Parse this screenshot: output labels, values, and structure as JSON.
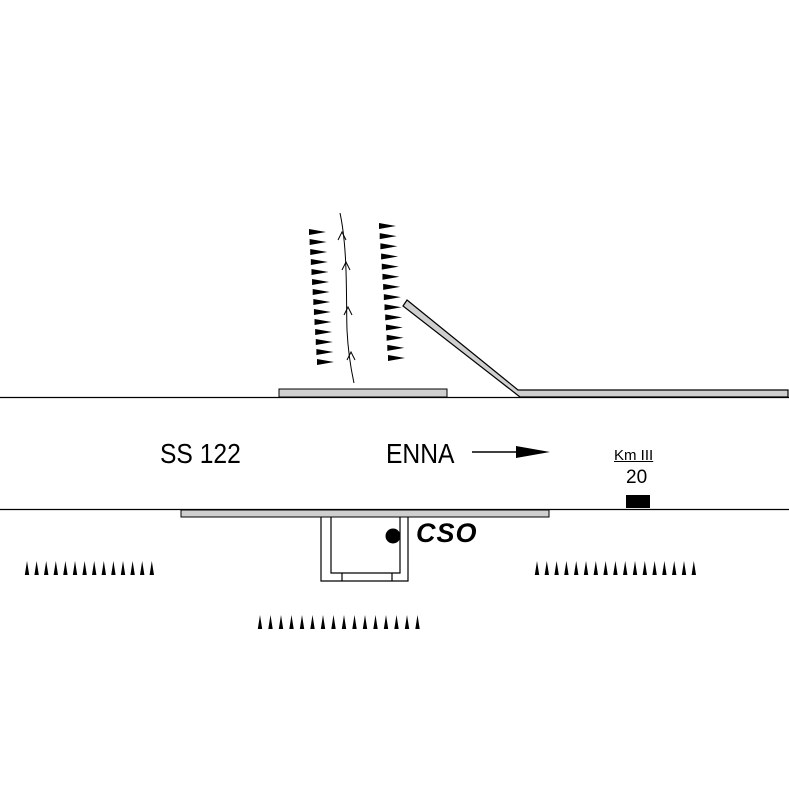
{
  "road": {
    "name": "SS 122"
  },
  "direction": {
    "label": "ENNA"
  },
  "station": {
    "label": "CSO"
  },
  "kilometre": {
    "label": "Km III",
    "value": "20"
  }
}
